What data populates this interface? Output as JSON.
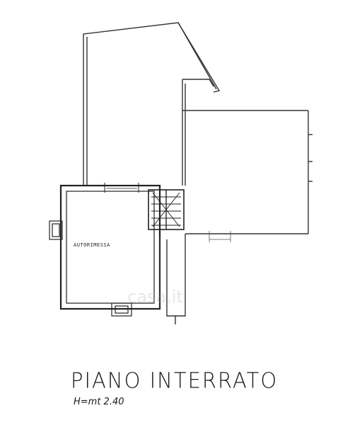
{
  "plan": {
    "title": "PIANO INTERRATO",
    "height_note": "H=mt 2.40",
    "rooms": {
      "garage": "AUTORIMESSA"
    },
    "watermark": "casa.it"
  }
}
